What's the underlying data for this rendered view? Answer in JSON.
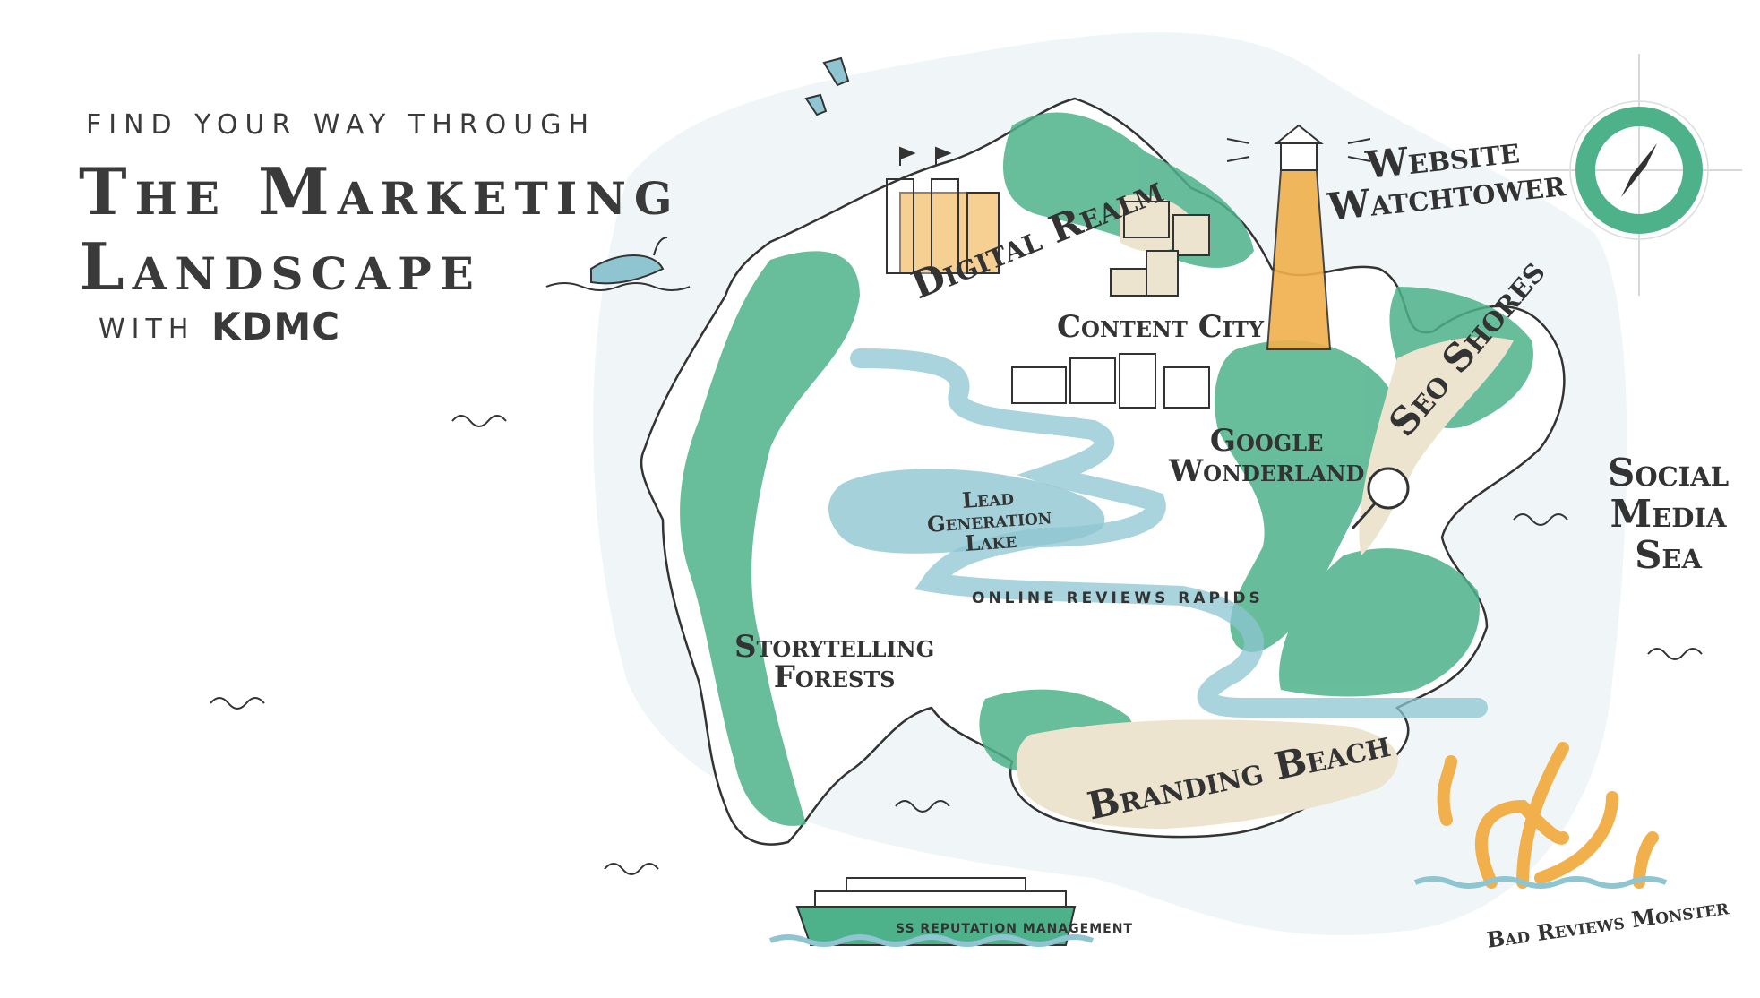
{
  "hero": {
    "kicker": "FIND YOUR WAY THROUGH",
    "title_line1": "The Marketing",
    "title_line2": "Landscape",
    "with": "WITH",
    "brand": "KDMC"
  },
  "regions": {
    "digital_realm": "Digital Realm",
    "content_city": "Content City",
    "website_watchtower_1": "Website",
    "website_watchtower_2": "Watchtower",
    "seo_shores": "Seo Shores",
    "google_wonderland_1": "Google",
    "google_wonderland_2": "Wonderland",
    "lead_generation_lake_1": "Lead",
    "lead_generation_lake_2": "Generation",
    "lead_generation_lake_3": "Lake",
    "online_reviews_rapids": "ONLINE REVIEWS RAPIDS",
    "storytelling_forests_1": "Storytelling",
    "storytelling_forests_2": "Forests",
    "branding_beach": "Branding Beach",
    "social_media_sea_1": "Social",
    "social_media_sea_2": "Media",
    "social_media_sea_3": "Sea",
    "bad_reviews_monster": "Bad Reviews Monster",
    "ship_name": "SS REPUTATION MANAGEMENT"
  },
  "icons": {
    "compass": "compass-icon",
    "magnifier": "magnifier-icon",
    "whale": "whale-icon",
    "birds": "seagull-icon",
    "lighthouse": "lighthouse-icon",
    "castle": "castle-icon",
    "ship": "ship-icon",
    "tentacles": "tentacle-monster-icon",
    "waves": "wave-icon"
  },
  "colors": {
    "green": "#4db28a",
    "sea_tint": "#f0f6f8",
    "water": "#8ec5d1",
    "sand": "#ece4cf",
    "orange": "#f1b04c",
    "ink": "#333333"
  }
}
